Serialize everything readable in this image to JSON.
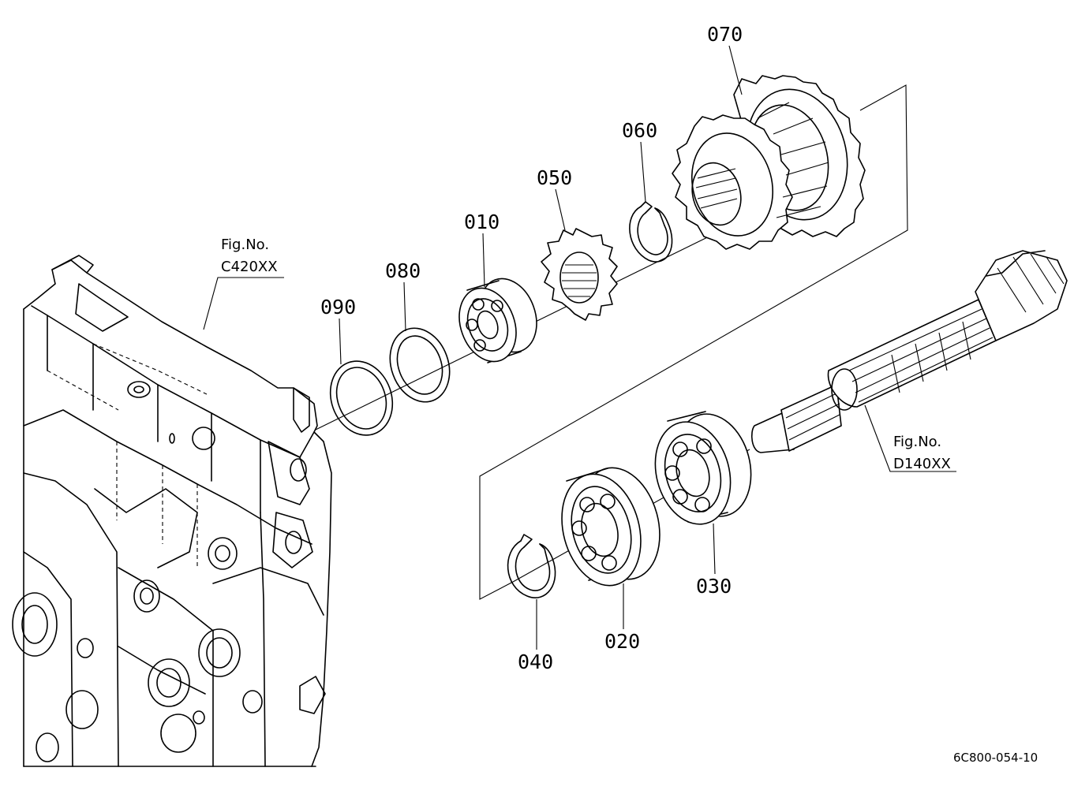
{
  "parts": [
    {
      "id": "010",
      "name": "ball-bearing"
    },
    {
      "id": "020",
      "name": "bearing"
    },
    {
      "id": "030",
      "name": "ball-bearing"
    },
    {
      "id": "040",
      "name": "snap-ring"
    },
    {
      "id": "050",
      "name": "spline-gear"
    },
    {
      "id": "060",
      "name": "snap-ring"
    },
    {
      "id": "070",
      "name": "gear-cluster"
    },
    {
      "id": "080",
      "name": "ring"
    },
    {
      "id": "090",
      "name": "ring"
    }
  ],
  "figure_refs": [
    {
      "line1": "Fig.No.",
      "line2": "C420XX"
    },
    {
      "line1": "Fig.No.",
      "line2": "D140XX"
    }
  ],
  "drawing_code": "6C800-054-10"
}
